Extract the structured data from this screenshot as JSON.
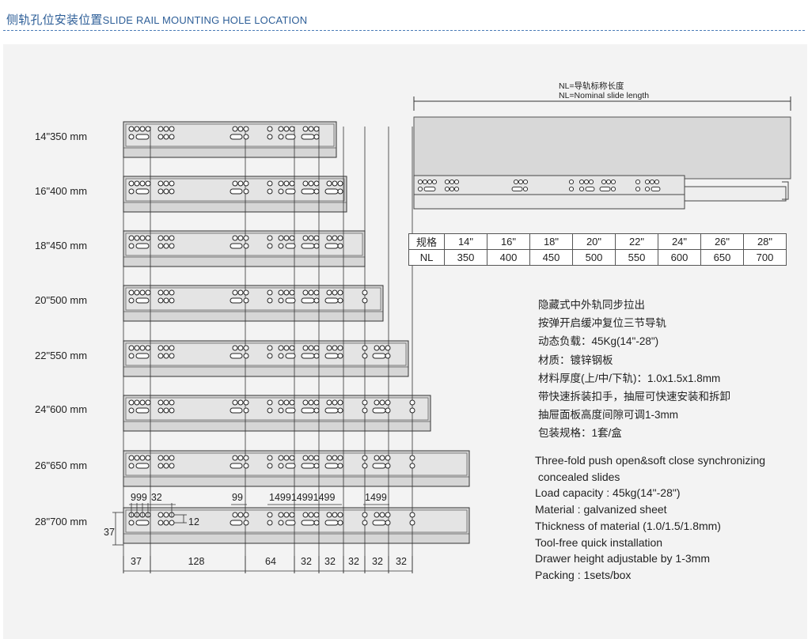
{
  "header": {
    "title_cn": "侧轨孔位安装位置",
    "title_en": "SLIDE RAIL MOUNTING HOLE LOCATION"
  },
  "rails": [
    {
      "label": "14\"350 mm"
    },
    {
      "label": "16\"400 mm"
    },
    {
      "label": "18\"450 mm"
    },
    {
      "label": "20\"500 mm"
    },
    {
      "label": "22\"550 mm"
    },
    {
      "label": "24\"600 mm"
    },
    {
      "label": "26\"650 mm"
    },
    {
      "label": "28\"700 mm"
    }
  ],
  "top_dims": [
    "9",
    "9",
    "9",
    "32",
    "9",
    "9",
    "14",
    "9",
    "9",
    "14",
    "9",
    "9",
    "14",
    "9",
    "9",
    "14",
    "9",
    "9"
  ],
  "side_dims": {
    "height": "37",
    "hole_spacing": "12"
  },
  "bottom_dims": [
    "37",
    "128",
    "64",
    "32",
    "32",
    "32",
    "32",
    "32"
  ],
  "nl_note": {
    "line1": "NL=导轨标称长度",
    "line2": "NL=Nominal slide length"
  },
  "table": {
    "row1": [
      "规格",
      "14\"",
      "16\"",
      "18\"",
      "20\"",
      "22\"",
      "24\"",
      "26\"",
      "28\""
    ],
    "row2": [
      "NL",
      "350",
      "400",
      "450",
      "500",
      "550",
      "600",
      "650",
      "700"
    ]
  },
  "specs_cn": [
    "隐藏式中外轨同步拉出",
    "按弹开启缓冲复位三节导轨",
    "动态负载：45Kg(14\"-28\")",
    "材质：镀锌钢板",
    "材料厚度(上/中/下轨)：1.0x1.5x1.8mm",
    "带快速拆装扣手，抽屉可快速安装和拆卸",
    "抽屉面板高度间隙可调1-3mm",
    "包装规格：1套/盒"
  ],
  "specs_en": [
    "Three-fold push open&soft close synchronizing",
    " concealed slides",
    "Load capacity : 45kg(14\"-28\")",
    "Material : galvanized sheet",
    "Thickness of material (1.0/1.5/1.8mm)",
    "Tool-free quick installation",
    "Drawer height adjustable by 1-3mm",
    "Packing : 1sets/box"
  ],
  "colors": {
    "header": "#2e5f98",
    "panel": "#f3f3f3",
    "rail": "#d6d6d6",
    "line": "#333333"
  }
}
